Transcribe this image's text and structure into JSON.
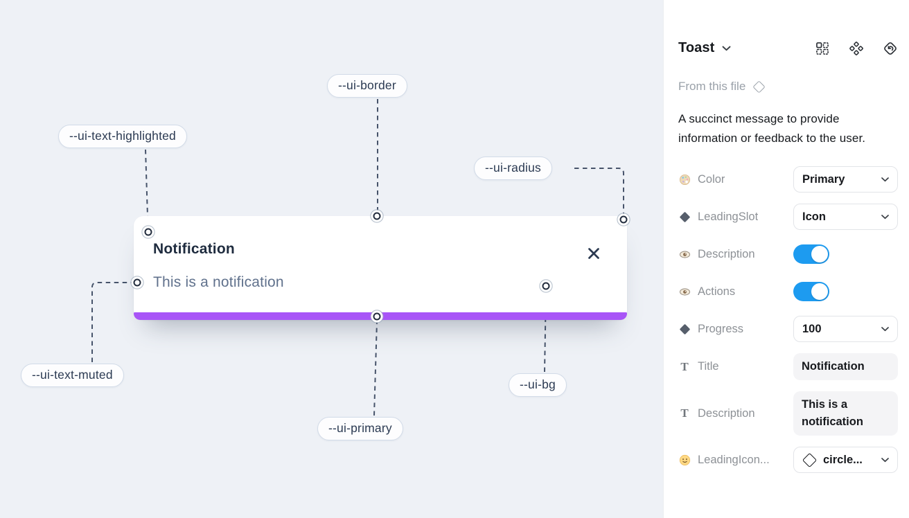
{
  "canvas": {
    "background_color": "#eef1f6",
    "toast": {
      "title": "Notification",
      "description": "This is a notification",
      "progress_color": "#a855f7",
      "close_icon": "x-icon"
    },
    "annotations": [
      {
        "text": "--ui-border"
      },
      {
        "text": "--ui-text-highlighted"
      },
      {
        "text": "--ui-radius"
      },
      {
        "text": "--ui-text-muted"
      },
      {
        "text": "--ui-primary"
      },
      {
        "text": "--ui-bg"
      }
    ]
  },
  "panel": {
    "title": "Toast",
    "title_chevron_icon": "chevron-down-icon",
    "header_icons": [
      "instance-grid-icon",
      "component-icon",
      "restore-arrow-diamond-icon"
    ],
    "source_label": "From this file",
    "source_icon": "diamond-outline-icon",
    "description": "A succinct message to provide information or feedback to the user.",
    "toggle_on_color": "#1d9bf0",
    "properties": [
      {
        "icon": "palette-icon",
        "label": "Color",
        "type": "dropdown",
        "value": "Primary"
      },
      {
        "icon": "diamond-icon",
        "label": "LeadingSlot",
        "type": "dropdown",
        "value": "Icon"
      },
      {
        "icon": "eye-icon",
        "label": "Description",
        "type": "toggle",
        "value": true
      },
      {
        "icon": "eye-icon",
        "label": "Actions",
        "type": "toggle",
        "value": true
      },
      {
        "icon": "diamond-icon",
        "label": "Progress",
        "type": "dropdown",
        "value": "100"
      },
      {
        "icon": "text-icon",
        "label": "Title",
        "type": "text",
        "value": "Notification"
      },
      {
        "icon": "text-icon",
        "label": "Description",
        "type": "text",
        "value": "This is a notification"
      },
      {
        "icon": "smiley-icon",
        "label": "LeadingIcon...",
        "type": "dropdown-icon",
        "value": "circle..."
      }
    ]
  }
}
